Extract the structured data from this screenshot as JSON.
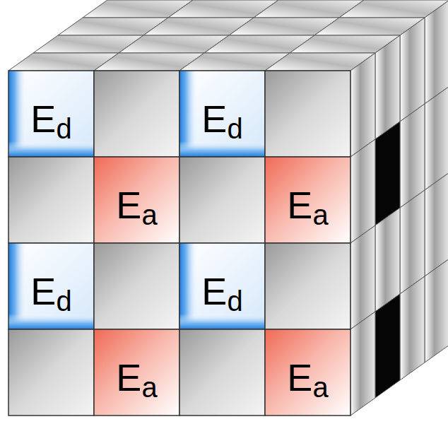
{
  "diagram": {
    "nodes": [
      {
        "text": [
          "E",
          "d"
        ]
      },
      {
        "text": [
          "E",
          "d"
        ]
      },
      {
        "text": [
          "E",
          "a"
        ]
      },
      {
        "text": [
          "E",
          "a"
        ]
      },
      {
        "text": [
          "E",
          "d"
        ]
      },
      {
        "text": [
          "E",
          "d"
        ]
      },
      {
        "text": [
          "E",
          "a"
        ]
      },
      {
        "text": [
          "E",
          "a"
        ]
      }
    ]
  }
}
